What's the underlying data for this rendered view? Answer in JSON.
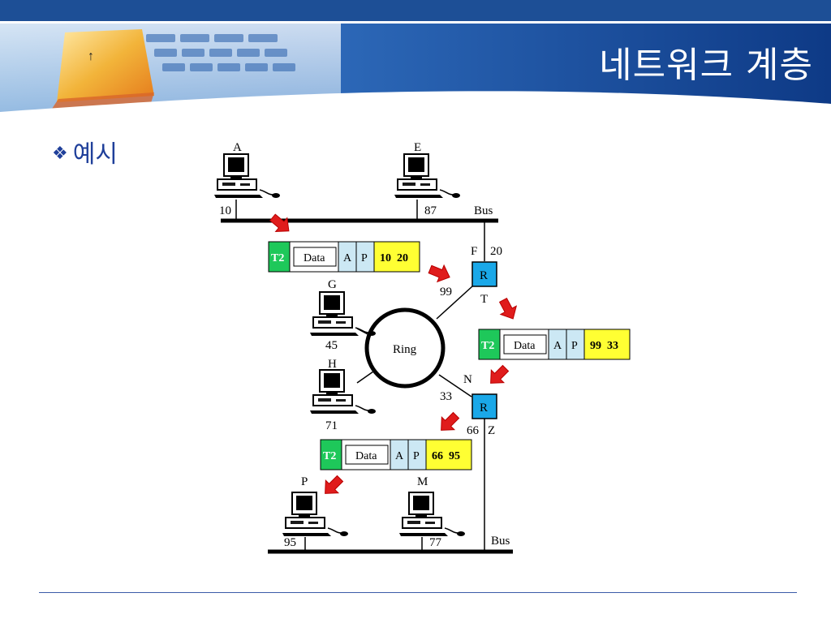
{
  "slide": {
    "title": "네트워크 계층",
    "bullet_mark": "❖",
    "bullet_text": "예시"
  },
  "diagram": {
    "hosts": {
      "A": {
        "label": "A",
        "address": "10"
      },
      "E": {
        "label": "E",
        "address": "87"
      },
      "G": {
        "label": "G",
        "address": "45"
      },
      "H": {
        "label": "H",
        "address": "71"
      },
      "P": {
        "label": "P",
        "address": "95"
      },
      "M": {
        "label": "M",
        "address": "77"
      }
    },
    "routers": {
      "R1": {
        "symbol": "R",
        "name_top": "F",
        "addr_top": "20",
        "addr_ring": "99",
        "name_right": "T"
      },
      "R2": {
        "symbol": "R",
        "name_ring": "N",
        "addr_ring": "33",
        "addr_bus": "66",
        "name_bus": "Z"
      }
    },
    "networks": {
      "bus_top": "Bus",
      "ring": "Ring",
      "bus_bottom": "Bus"
    },
    "frames": [
      {
        "trailer": "T2",
        "data": "Data",
        "a": "A",
        "p": "P",
        "addresses": "10  20"
      },
      {
        "trailer": "T2",
        "data": "Data",
        "a": "A",
        "p": "P",
        "addresses": "99  33"
      },
      {
        "trailer": "T2",
        "data": "Data",
        "a": "A",
        "p": "P",
        "addresses": "66  95"
      }
    ],
    "colors": {
      "trailer": "#1ec85a",
      "address": "#ffff33",
      "ap_cell": "#cce8f4",
      "router": "#1aa8e8",
      "arrow": "#e01c1c",
      "header_blue": "#1a4a94"
    }
  }
}
